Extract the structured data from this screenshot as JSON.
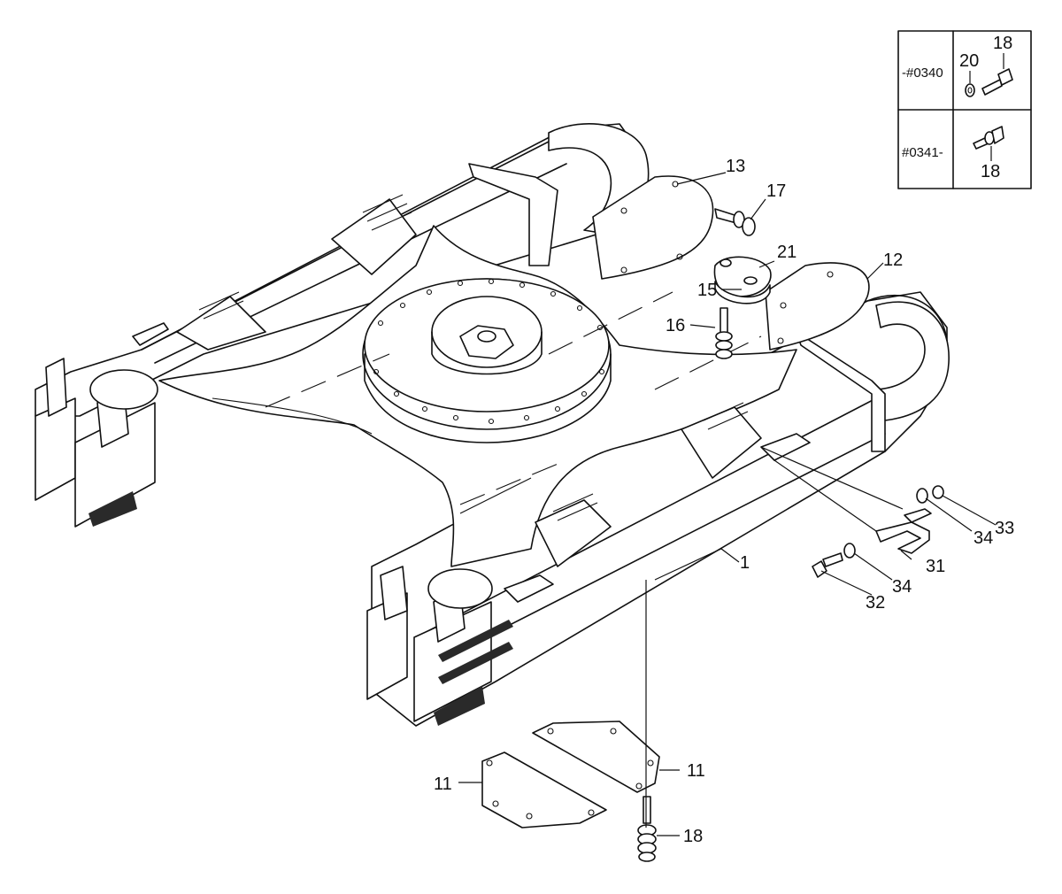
{
  "diagram": {
    "callouts": [
      "1",
      "11",
      "11",
      "12",
      "13",
      "15",
      "16",
      "17",
      "18",
      "21",
      "31",
      "32",
      "33",
      "34",
      "34"
    ],
    "inset": {
      "rows": [
        {
          "serial": "-#0340",
          "callouts": [
            "20",
            "18"
          ]
        },
        {
          "serial": "#0341-",
          "callouts": [
            "18"
          ]
        }
      ]
    }
  }
}
